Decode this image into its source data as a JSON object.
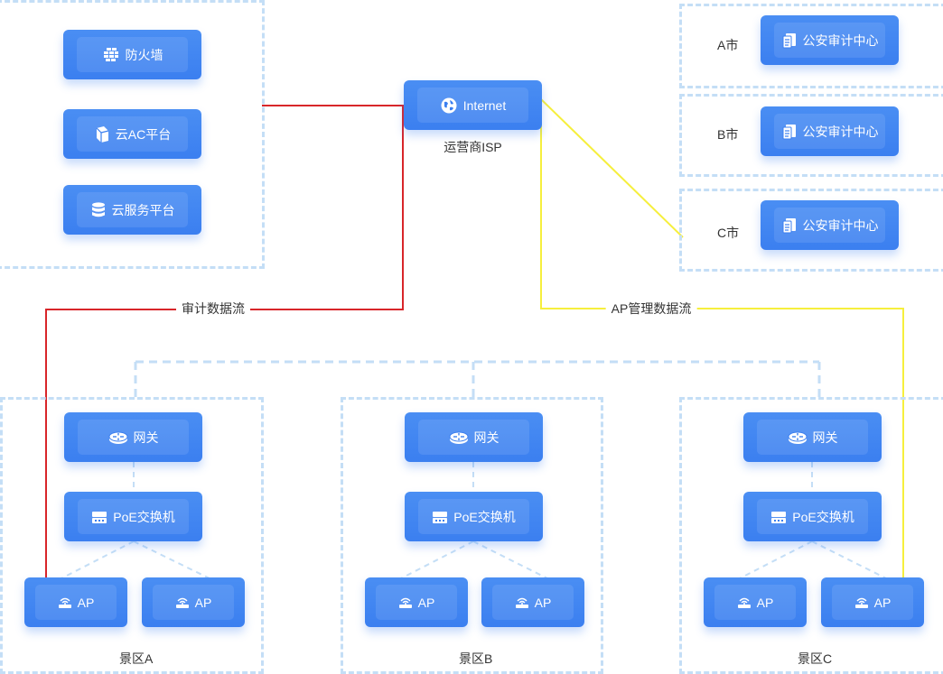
{
  "colors": {
    "node": "#3d82f1",
    "group_border": "#c4def6",
    "audit_line": "#d8262a",
    "ap_line": "#f6ef3d"
  },
  "cloud": {
    "firewall": {
      "label": "防火墙",
      "icon": "firewall-icon"
    },
    "cloud_ac": {
      "label": "云AC平台",
      "icon": "cloud-ac-icon"
    },
    "cloud_service": {
      "label": "云服务平台",
      "icon": "database-icon"
    }
  },
  "internet": {
    "label": "Internet",
    "icon": "globe-icon",
    "caption": "运营商ISP"
  },
  "cities": [
    {
      "name": "A市",
      "center": "公安审计中心"
    },
    {
      "name": "B市",
      "center": "公安审计中心"
    },
    {
      "name": "C市",
      "center": "公安审计中心"
    }
  ],
  "flows": {
    "audit": "审计数据流",
    "ap_mgmt": "AP管理数据流"
  },
  "zones": [
    {
      "name": "景区A",
      "gateway": "网关",
      "switch": "PoE交换机",
      "aps": [
        "AP",
        "AP"
      ]
    },
    {
      "name": "景区B",
      "gateway": "网关",
      "switch": "PoE交换机",
      "aps": [
        "AP",
        "AP"
      ]
    },
    {
      "name": "景区C",
      "gateway": "网关",
      "switch": "PoE交换机",
      "aps": [
        "AP",
        "AP"
      ]
    }
  ]
}
